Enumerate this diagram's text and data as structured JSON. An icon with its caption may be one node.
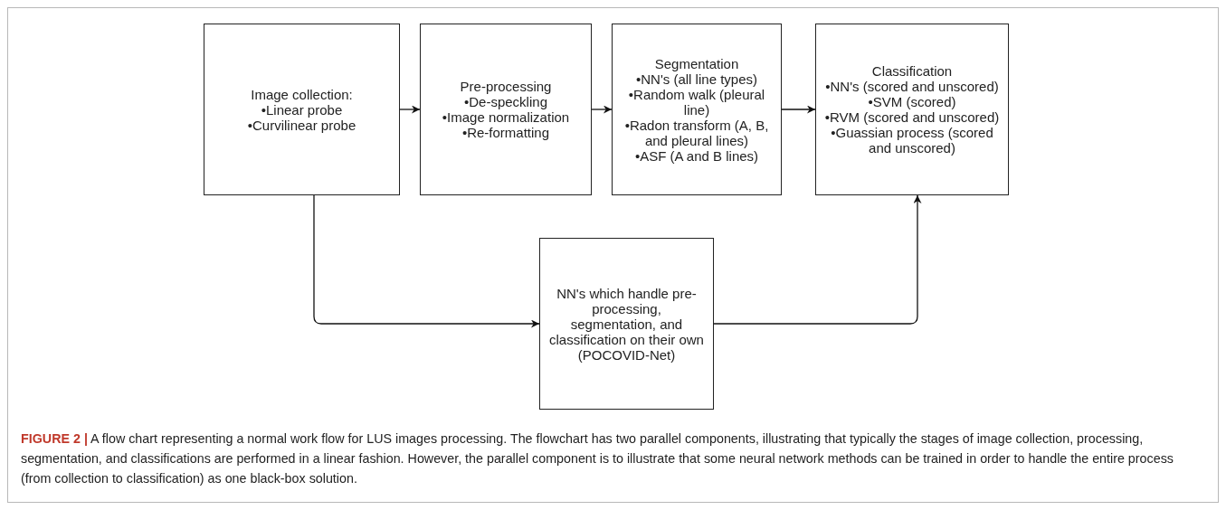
{
  "diagram": {
    "caption": "**FIGURE 2 |** A flow chart representing a normal work flow for LUS images processing. The flowchart has two parallel components, illustrating that typically the stages of image collection, processing, segmentation, and classifications are performed in a linear fashion. However, the parallel component is to illustrate that some neural network methods can be trained in order to handle the entire process (from collection to classification) as one black-box solution.",
    "nodes": [
      {
        "text": [
          "Image collection:",
          "•Linear probe",
          "•Curvilinear probe"
        ]
      },
      {
        "text": [
          "Pre-processing",
          "•De-speckling",
          "•Image normalization",
          "•Re-formatting"
        ]
      },
      {
        "text": [
          "Segmentation",
          "•NN's (all line types)",
          "•Random walk (pleural line)",
          "•Radon transform (A, B, and pleural lines)",
          "•ASF (A and B lines)"
        ]
      },
      {
        "text": [
          "Classification",
          "•NN's (scored and unscored)",
          "•SVM (scored)",
          "•RVM (scored and unscored)",
          "•Guassian process (scored and unscored)"
        ]
      },
      {
        "text": [
          "NN's which handle pre-processing, segmentation, and classification on their own (POCOVID-Net)"
        ]
      }
    ],
    "edges": [
      {
        "from": 0,
        "to": 1,
        "arrow": "to"
      },
      {
        "from": 1,
        "to": 2,
        "arrow": "to"
      },
      {
        "from": 2,
        "to": 3,
        "arrow": "to"
      },
      {
        "from": 0,
        "to": 4,
        "arrow": "to"
      },
      {
        "from": 4,
        "to": 3,
        "arrow": "to"
      }
    ]
  }
}
